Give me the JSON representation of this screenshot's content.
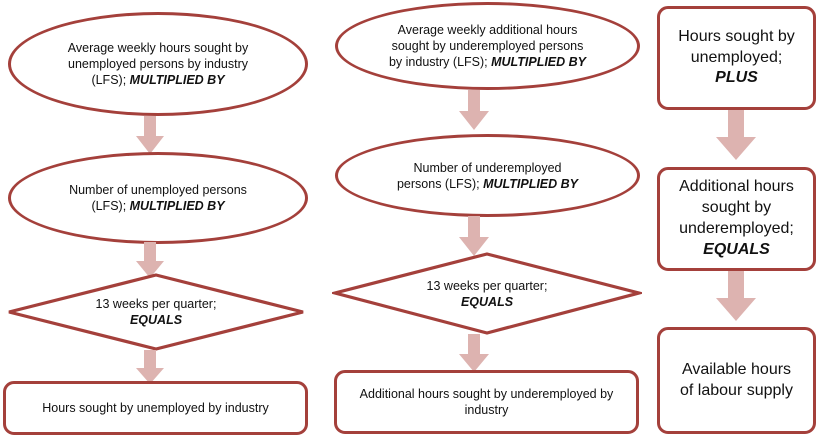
{
  "diagram": {
    "title": "Available hours of labour supply calculation flow",
    "colors": {
      "shape_border": "#A4403B",
      "arrow_fill": "#DDB3B0",
      "text": "#111111",
      "background": "#FFFFFF"
    },
    "columns": [
      {
        "id": "unemployed-column",
        "nodes": [
          {
            "id": "avg-weekly-hours-unemployed",
            "shape": "oval",
            "lines": [
              "Average weekly hours sought by",
              "unemployed  persons by industry",
              "(LFS); "
            ],
            "emphasis": "MULTIPLIED BY"
          },
          {
            "id": "number-unemployed-persons",
            "shape": "oval",
            "lines": [
              "Number of unemployed  persons",
              "(LFS); "
            ],
            "emphasis": "MULTIPLIED BY"
          },
          {
            "id": "weeks-per-quarter-unemployed",
            "shape": "diamond",
            "lines": [
              "13 weeks per quarter;"
            ],
            "emphasis": "EQUALS"
          },
          {
            "id": "hours-sought-by-unemployed-by-industry",
            "shape": "rounded-rect",
            "lines": [
              "Hours sought by unemployed  by industry"
            ],
            "emphasis": ""
          }
        ]
      },
      {
        "id": "underemployed-column",
        "nodes": [
          {
            "id": "avg-weekly-additional-hours-underemployed",
            "shape": "oval",
            "lines": [
              "Average weekly additional  hours",
              "sought by underemployed  persons",
              "by industry (LFS); "
            ],
            "emphasis": "MULTIPLIED BY"
          },
          {
            "id": "number-underemployed-persons",
            "shape": "oval",
            "lines": [
              "Number of underemployed",
              "persons (LFS); "
            ],
            "emphasis": "MULTIPLIED BY"
          },
          {
            "id": "weeks-per-quarter-underemployed",
            "shape": "diamond",
            "lines": [
              "13 weeks per quarter;"
            ],
            "emphasis": "EQUALS"
          },
          {
            "id": "additional-hours-sought-by-underemployed-by-industry",
            "shape": "rounded-rect",
            "lines": [
              "Additional  hours  sought  by underemployed  by",
              "industry"
            ],
            "emphasis": ""
          }
        ]
      },
      {
        "id": "summation-column",
        "nodes": [
          {
            "id": "hours-sought-by-unemployed",
            "shape": "rounded-rect",
            "lines": [
              "Hours sought by",
              "unemployed;"
            ],
            "emphasis": "PLUS"
          },
          {
            "id": "additional-hours-sought-by-underemployed",
            "shape": "rounded-rect",
            "lines": [
              "Additional  hours",
              "sought by",
              "underemployed;"
            ],
            "emphasis": "EQUALS"
          },
          {
            "id": "available-hours-of-labour-supply",
            "shape": "rounded-rect",
            "lines": [
              "Available  hours",
              "of labour supply"
            ],
            "emphasis": ""
          }
        ]
      }
    ],
    "arrows": [
      {
        "id": "arrow-col1-1",
        "direction": "down"
      },
      {
        "id": "arrow-col1-2",
        "direction": "down"
      },
      {
        "id": "arrow-col1-3",
        "direction": "down"
      },
      {
        "id": "arrow-col2-1",
        "direction": "down"
      },
      {
        "id": "arrow-col2-2",
        "direction": "down"
      },
      {
        "id": "arrow-col2-3",
        "direction": "down"
      },
      {
        "id": "arrow-col3-1",
        "direction": "down"
      },
      {
        "id": "arrow-col3-2",
        "direction": "down"
      }
    ]
  }
}
